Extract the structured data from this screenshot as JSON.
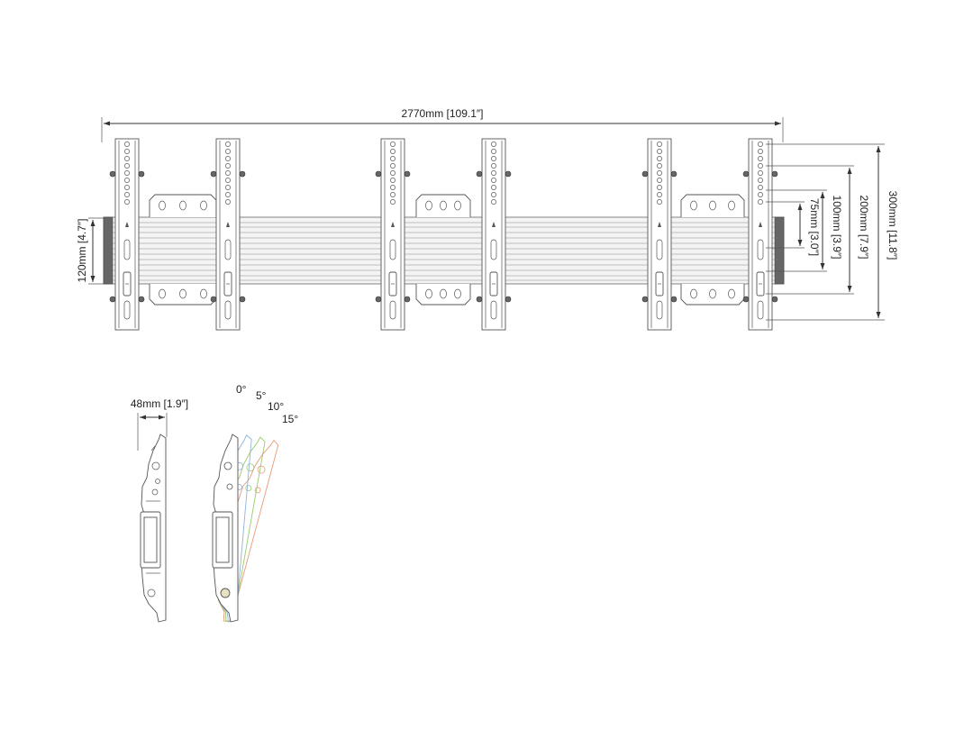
{
  "front_view": {
    "width_label": "2770mm [109.1″]",
    "rail_height_label": "120mm [4.7″]",
    "spacing_labels": {
      "s300": "300mm [11.8″]",
      "s200": "200mm [7.9″]",
      "s100": "100mm [3.9″]",
      "s75": "75mm [3.0″]"
    }
  },
  "side_view": {
    "depth_label": "48mm [1.9″]",
    "tilt_angles": [
      "0°",
      "5°",
      "10°",
      "15°"
    ],
    "tilt_colors": [
      "#777777",
      "#8fb3d9",
      "#9cc96b",
      "#e89a7a"
    ]
  }
}
